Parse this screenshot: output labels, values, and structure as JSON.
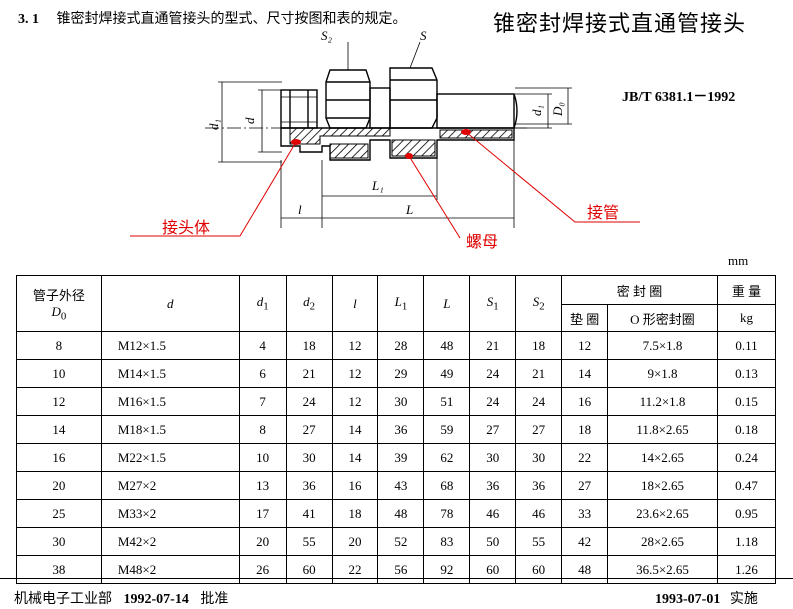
{
  "header": {
    "section": "3. 1",
    "description": "锥密封焊接式直通管接头的型式、尺寸按图和表的规定。",
    "title": "锥密封焊接式直通管接头"
  },
  "standard": "JB/T  6381.1－1992",
  "drawing": {
    "dim_labels": [
      "S₂",
      "S",
      "d₁",
      "d",
      "d₁",
      "D₀",
      "L₁",
      "l",
      "L"
    ],
    "callouts": {
      "body": "接头体",
      "pipe": "接管",
      "nut": "螺母"
    },
    "colors": {
      "callout": "#e00000",
      "hatch": "#000000"
    }
  },
  "unit": "mm",
  "table": {
    "head": {
      "d0_line1": "管子外径",
      "d0_line2": "D",
      "d0_sub": "0",
      "d": "d",
      "d1": "d",
      "d1_sub": "1",
      "d2": "d",
      "d2_sub": "2",
      "l": "l",
      "L1": "L",
      "L1_sub": "1",
      "L": "L",
      "S1": "S",
      "S1_sub": "1",
      "S2": "S",
      "S2_sub": "2",
      "seal": "密  封  圈",
      "weight": "重 量",
      "gasket": "垫 圈",
      "oring": "O 形密封圈",
      "kg": "kg"
    },
    "rows": [
      [
        "8",
        "M12×1.5",
        "4",
        "18",
        "12",
        "28",
        "48",
        "21",
        "18",
        "12",
        "7.5×1.8",
        "0.11"
      ],
      [
        "10",
        "M14×1.5",
        "6",
        "21",
        "12",
        "29",
        "49",
        "24",
        "21",
        "14",
        "9×1.8",
        "0.13"
      ],
      [
        "12",
        "M16×1.5",
        "7",
        "24",
        "12",
        "30",
        "51",
        "24",
        "24",
        "16",
        "11.2×1.8",
        "0.15"
      ],
      [
        "14",
        "M18×1.5",
        "8",
        "27",
        "14",
        "36",
        "59",
        "27",
        "27",
        "18",
        "11.8×2.65",
        "0.18"
      ],
      [
        "16",
        "M22×1.5",
        "10",
        "30",
        "14",
        "39",
        "62",
        "30",
        "30",
        "22",
        "14×2.65",
        "0.24"
      ],
      [
        "20",
        "M27×2",
        "13",
        "36",
        "16",
        "43",
        "68",
        "36",
        "36",
        "27",
        "18×2.65",
        "0.47"
      ],
      [
        "25",
        "M33×2",
        "17",
        "41",
        "18",
        "48",
        "78",
        "46",
        "46",
        "33",
        "23.6×2.65",
        "0.95"
      ],
      [
        "30",
        "M42×2",
        "20",
        "55",
        "20",
        "52",
        "83",
        "50",
        "55",
        "42",
        "28×2.65",
        "1.18"
      ],
      [
        "38",
        "M48×2",
        "26",
        "60",
        "22",
        "56",
        "92",
        "60",
        "60",
        "48",
        "36.5×2.65",
        "1.26"
      ]
    ]
  },
  "footer": {
    "org": "机械电子工业部",
    "approve_date": "1992-07-14",
    "approve": "批准",
    "impl_date": "1993-07-01",
    "impl": "实施"
  }
}
